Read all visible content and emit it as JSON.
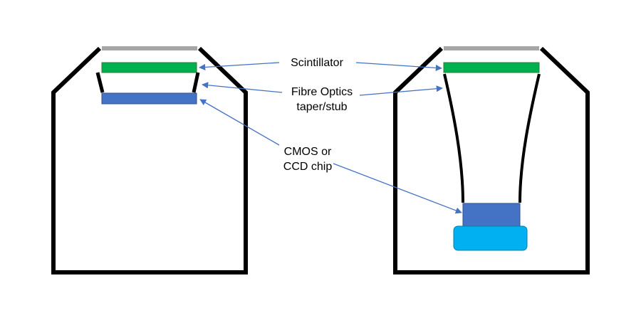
{
  "labels": {
    "scintillator": "Scintillator",
    "fibre_line1": "Fibre Optics",
    "fibre_line2": "taper/stub",
    "chip_line1": "CMOS or",
    "chip_line2": "CCD chip"
  },
  "colors": {
    "housing": "#000000",
    "window": "#a6a6a6",
    "scintillator": "#00b050",
    "sensor": "#4472c4",
    "camera_base": "#00b0f0",
    "arrow": "#4472c4",
    "background": "#ffffff"
  }
}
